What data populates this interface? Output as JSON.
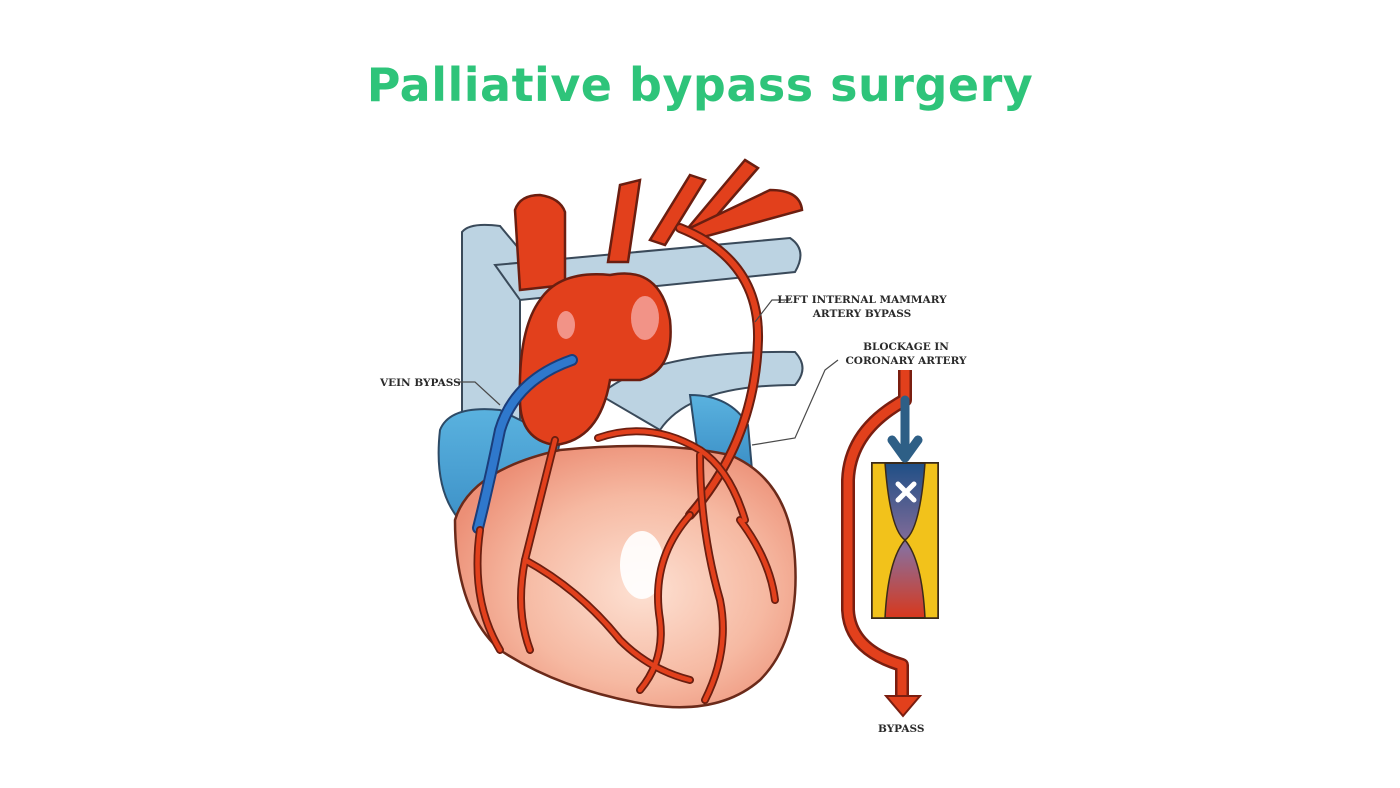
{
  "title": "Palliative bypass surgery",
  "labels": {
    "lima_line1": "LEFT INTERNAL MAMMARY",
    "lima_line2": "ARTERY BYPASS",
    "blockage_line1": "BLOCKAGE IN",
    "blockage_line2": "CORONARY ARTERY",
    "vein_bypass": "VEIN BYPASS",
    "bypass": "BYPASS"
  },
  "colors": {
    "title": "#2ec47a",
    "artery": "#dd3a1c",
    "artery_outline": "#7a1e10",
    "vein": "#bcd3e2",
    "vein_bypass": "#2f6fc4",
    "heart": "#f4b29c",
    "atrium": "#4aa5d6",
    "plaque": "#f2c21b",
    "arrow_blue": "#2e5f86"
  },
  "icons": {
    "blockage_mark": "x-icon"
  }
}
